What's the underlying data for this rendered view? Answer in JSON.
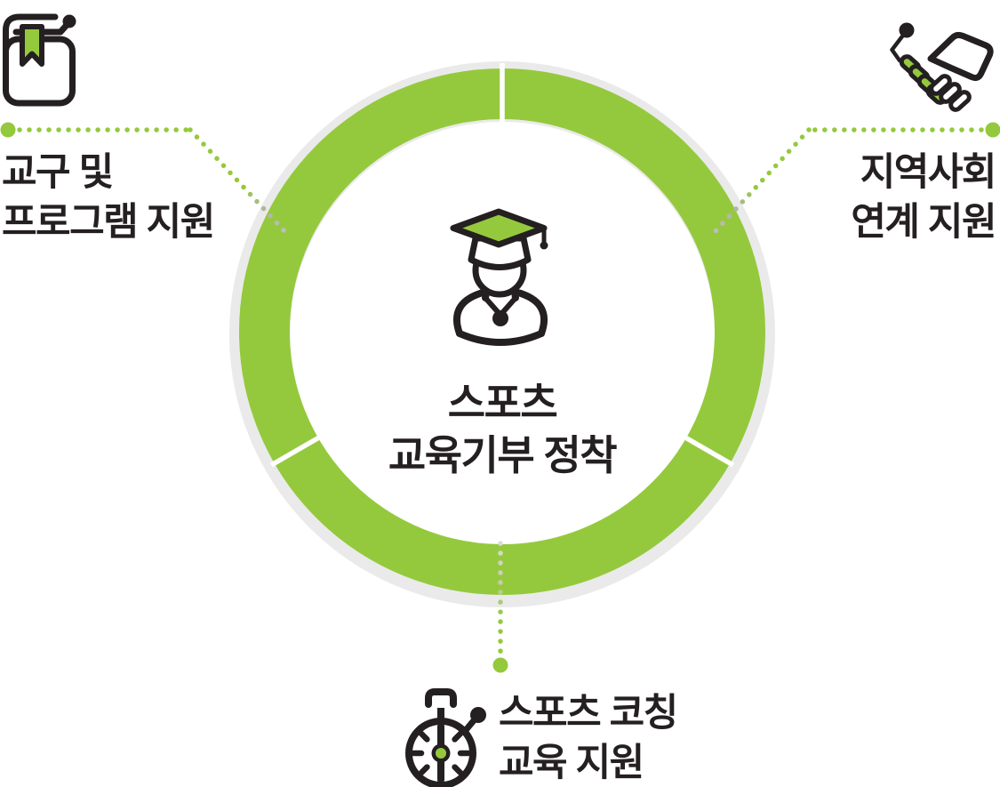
{
  "diagram": {
    "type": "radial-infographic",
    "colors": {
      "accent_green": "#95C93D",
      "ring_gray": "#EAEAEA",
      "ink": "#241F20",
      "fade_gray": "#B4B4B4"
    },
    "ring": {
      "segments": 3
    },
    "center": {
      "icon": "graduate-icon",
      "line1": "스포츠",
      "line2": "교육기부 정착"
    },
    "items": [
      {
        "position": "top-left",
        "icon": "book-bookmark-icon",
        "line1": "교구 및",
        "line2": "프로그램 지원"
      },
      {
        "position": "top-right",
        "icon": "handshake-icon",
        "line1": "지역사회",
        "line2": "연계 지원"
      },
      {
        "position": "bottom",
        "icon": "stopwatch-icon",
        "line1": "스포츠 코칭",
        "line2": "교육 지원"
      }
    ]
  }
}
